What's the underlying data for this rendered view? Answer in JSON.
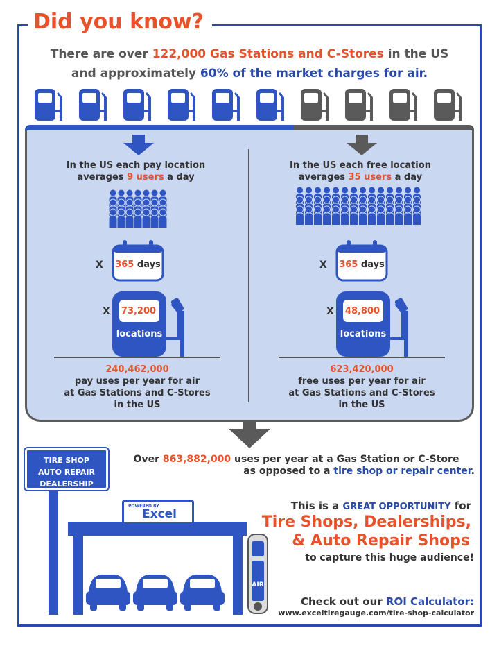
{
  "title": "Did you know?",
  "intro": {
    "line1_a": "There are over ",
    "line1_b": "122,000 Gas Stations and C-Stores",
    "line1_c": " in the US",
    "line2_a": "and approximately ",
    "line2_b": "60% of the market charges for air.",
    "line2_c": ""
  },
  "pumps": {
    "paid_count": 6,
    "free_count": 4,
    "paid_color": "#2f55c2",
    "free_color": "#5a5a5a"
  },
  "left": {
    "head_a": "In the US each pay location",
    "head_b": "averages ",
    "head_users": "9 users",
    "head_c": " a day",
    "days_mult": "X",
    "days": "365",
    "days_label": "days",
    "loc_mult": "X",
    "locations": "73,200",
    "locations_label": "locations",
    "total": "240,462,000",
    "total_l1": "pay uses per year for air",
    "total_l2": "at Gas Stations and C-Stores",
    "total_l3": "in the US"
  },
  "right": {
    "head_a": "In the US each free location",
    "head_b": "averages ",
    "head_users": "35 users",
    "head_c": " a day",
    "days_mult": "X",
    "days": "365",
    "days_label": "days",
    "loc_mult": "X",
    "locations": "48,800",
    "locations_label": "locations",
    "total": "623,420,000",
    "total_l1": "free uses per year for air",
    "total_l2": "at Gas Stations and C-Stores",
    "total_l3": "in the US"
  },
  "summary": {
    "a": "Over ",
    "num": "863,882,000",
    "b": " uses per year at a Gas Station or C-Store",
    "c": "as opposed to a ",
    "d": "tire shop or repair center",
    "e": "."
  },
  "sign": {
    "l1": "TIRE SHOP",
    "l2": "AUTO REPAIR",
    "l3": "DEALERSHIP"
  },
  "logo": {
    "powered": "POWERED BY",
    "name": "Excel"
  },
  "machine": {
    "label": "AIR"
  },
  "cta": {
    "a": "This is a ",
    "b": "GREAT OPPORTUNITY",
    "c": " for",
    "big1": "Tire Shops, Dealerships,",
    "big2": "& Auto Repair Shops",
    "d": "to capture this huge audience!",
    "e": "Check out our ",
    "f": "ROI Calculator:",
    "url": "www.exceltiregauge.com/tire-shop-calculator"
  }
}
